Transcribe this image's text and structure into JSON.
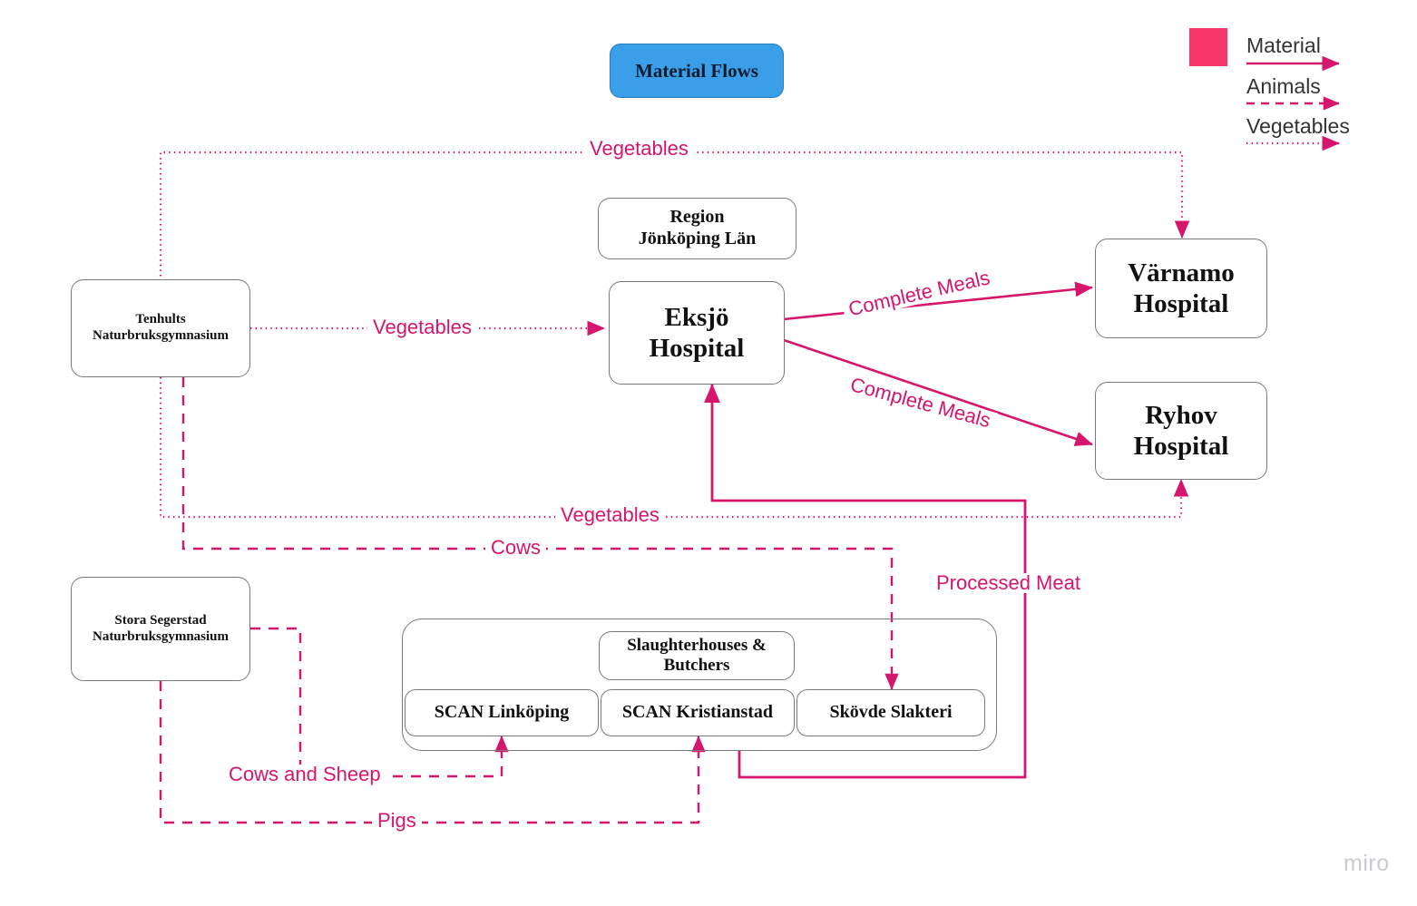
{
  "title": {
    "label": "Material Flows",
    "fill": "#3A9FE8",
    "text_color": "#0d1b2a"
  },
  "colors": {
    "accent": "#D6156D",
    "legend_swatch": "#F5376A",
    "node_border": "#7a7a7a",
    "node_fill": "#ffffff",
    "title_fill": "#3A9FE8",
    "watermark": "#c9c9d6"
  },
  "legend": {
    "swatch_color": "#F5376A",
    "items": [
      {
        "label": "Material",
        "style": "solid"
      },
      {
        "label": "Animals",
        "style": "dashed"
      },
      {
        "label": "Vegetables",
        "style": "dotted"
      }
    ]
  },
  "nodes": [
    {
      "id": "tenhults",
      "label": "Tenhults\nNaturbruksgymnasium"
    },
    {
      "id": "stora",
      "label": "Stora Segerstad\nNaturbruksgymnasium"
    },
    {
      "id": "region",
      "label": "Region\nJönköping Län"
    },
    {
      "id": "eksjo",
      "label": "Eksjö\nHospital"
    },
    {
      "id": "varnamo",
      "label": "Värnamo\nHospital"
    },
    {
      "id": "ryhov",
      "label": "Ryhov\nHospital"
    },
    {
      "id": "group",
      "label": ""
    },
    {
      "id": "slaughter",
      "label": "Slaughterhouses &\nButchers"
    },
    {
      "id": "scan_link",
      "label": "SCAN Linköping"
    },
    {
      "id": "scan_krist",
      "label": "SCAN Kristianstad"
    },
    {
      "id": "skovde",
      "label": "Skövde Slakteri"
    }
  ],
  "edge_labels": [
    {
      "id": "veg_top",
      "text": "Vegetables"
    },
    {
      "id": "veg_mid",
      "text": "Vegetables"
    },
    {
      "id": "veg_low",
      "text": "Vegetables"
    },
    {
      "id": "meals_upper",
      "text": "Complete Meals"
    },
    {
      "id": "meals_lower",
      "text": "Complete Meals"
    },
    {
      "id": "cows",
      "text": "Cows"
    },
    {
      "id": "processed_meat",
      "text": "Processed Meat"
    },
    {
      "id": "cows_sheep",
      "text": "Cows and Sheep"
    },
    {
      "id": "pigs",
      "text": "Pigs"
    }
  ],
  "watermark": {
    "text": "miro"
  }
}
